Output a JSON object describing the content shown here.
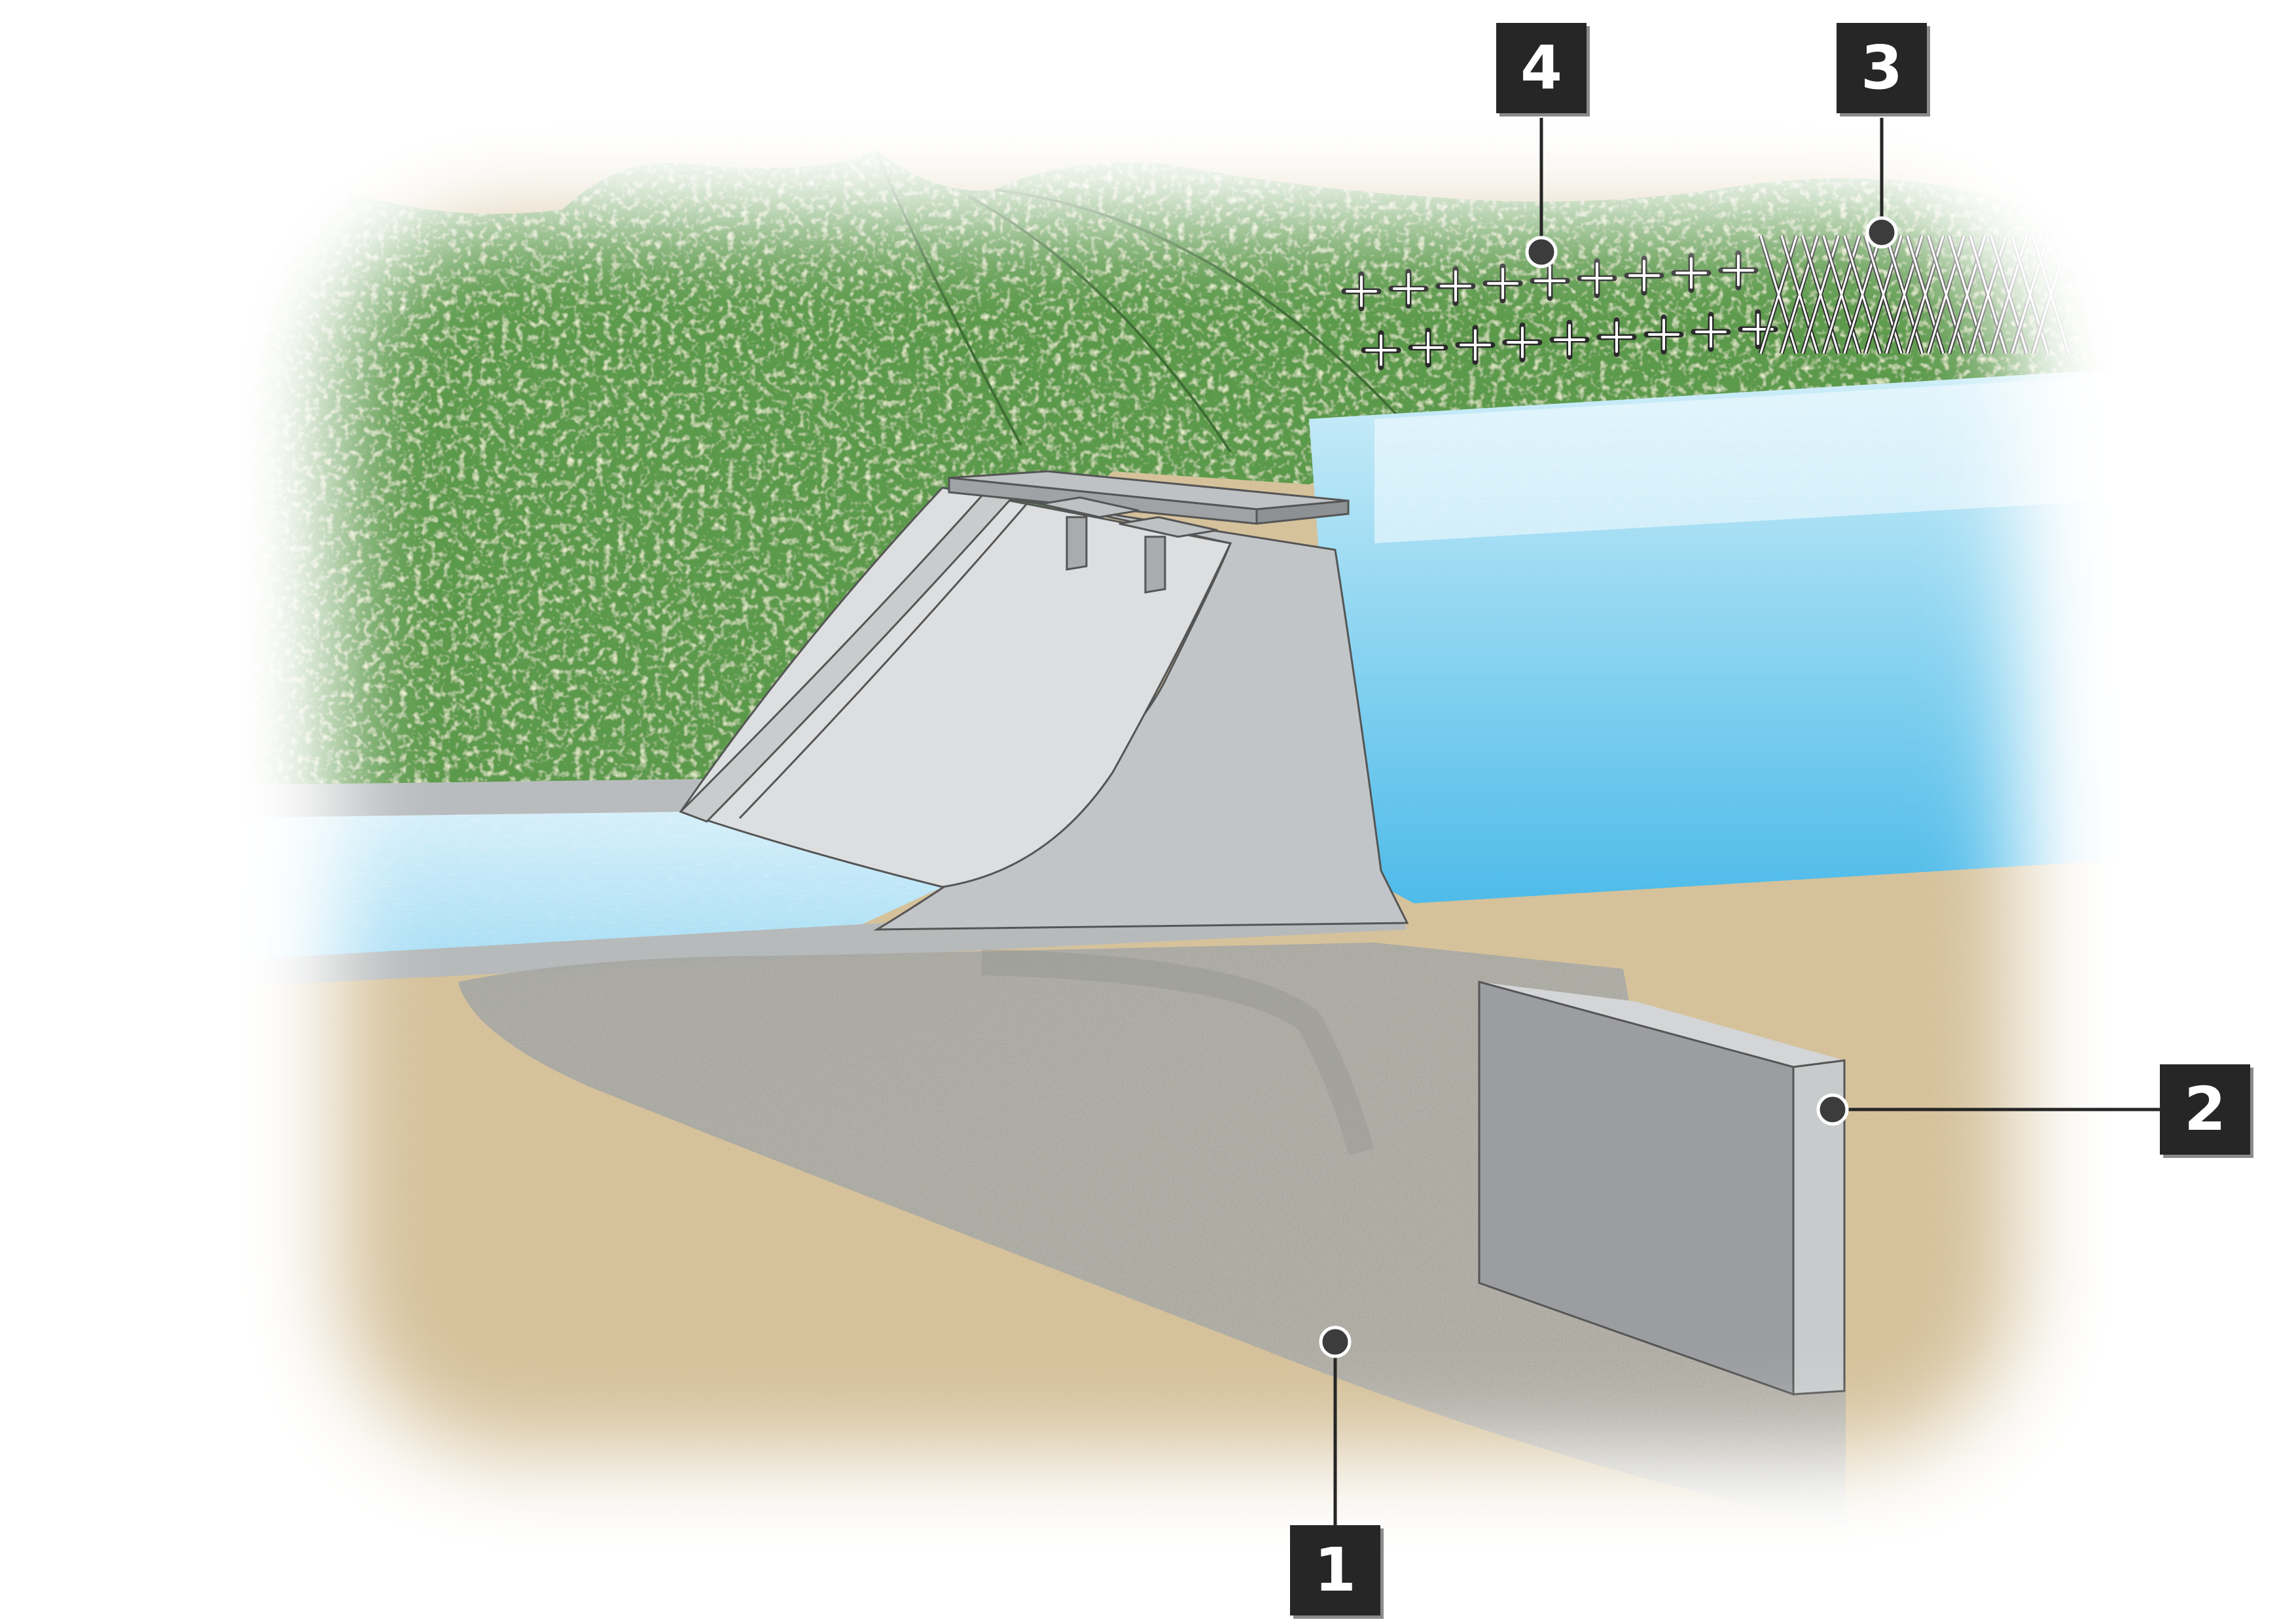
{
  "callouts": [
    {
      "id": "1",
      "label": "1"
    },
    {
      "id": "2",
      "label": "2"
    },
    {
      "id": "3",
      "label": "3"
    },
    {
      "id": "4",
      "label": "4"
    }
  ],
  "colors": {
    "forest": "#5a9a4a",
    "soil": "#d4bf96",
    "water": "#5ec1ea",
    "concrete": "#c4c7c9",
    "grout_zone": "#a9aaa6",
    "cutoff_wall": "#9a9ca0",
    "callout_bg": "#262626"
  }
}
